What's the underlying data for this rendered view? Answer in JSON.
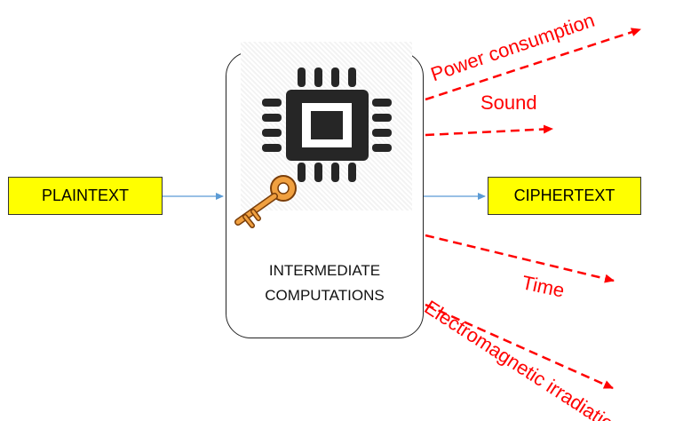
{
  "inputs": {
    "plaintext": "PLAINTEXT"
  },
  "outputs": {
    "ciphertext": "CIPHERTEXT"
  },
  "processor": {
    "line1": "INTERMEDIATE",
    "line2": "COMPUTATIONS",
    "chip_icon": "cpu-chip-icon",
    "key_icon": "key-icon"
  },
  "leakages": {
    "power": "Power consumption",
    "sound": "Sound",
    "time": "Time",
    "em": "Electromagnetic irradiation"
  },
  "colors": {
    "io_box_fill": "#ffff00",
    "leak": "#ff0000",
    "flow_arrow": "#5b9bd5",
    "chip": "#262626",
    "key": "#e8962e"
  }
}
